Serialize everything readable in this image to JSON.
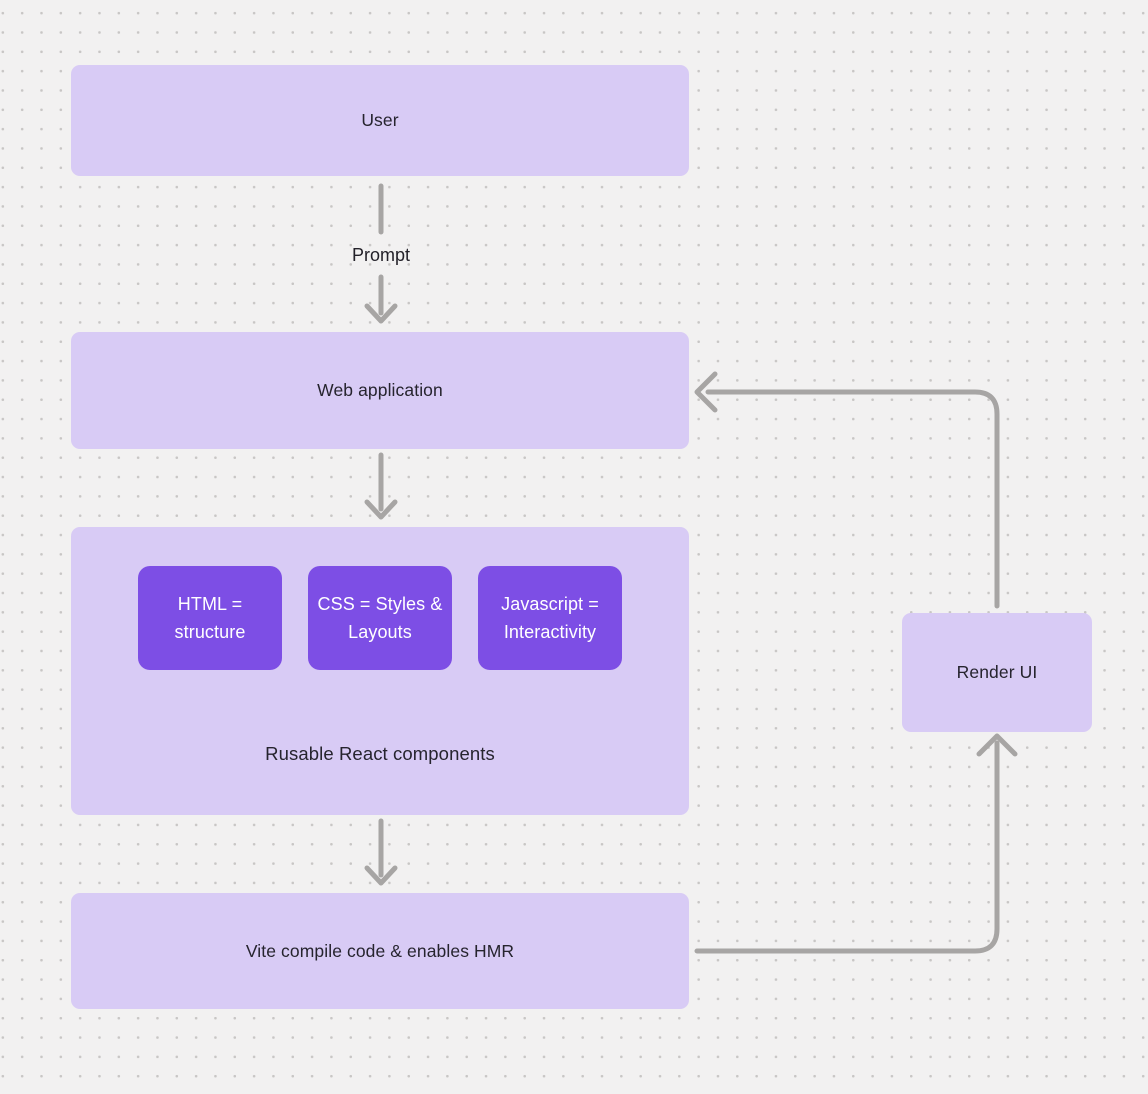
{
  "theme": {
    "background": "#f2f1f1",
    "dot_color": "#c8c6c5",
    "node_fill": "#d8cbf5",
    "inner_node_fill": "#7d4ee5",
    "inner_node_text_color": "#ffffff",
    "node_text_color": "#26242e",
    "arrow_color": "#a7a5a4"
  },
  "diagram": {
    "nodes": {
      "user": {
        "label": "User"
      },
      "web_application": {
        "label": "Web application"
      },
      "components_group": {
        "caption": "Rusable React components",
        "children": [
          {
            "label": "HTML = structure"
          },
          {
            "label": "CSS = Styles & Layouts"
          },
          {
            "label": "Javascript = Interactivity"
          }
        ]
      },
      "vite": {
        "label": "Vite compile code & enables HMR"
      },
      "render_ui": {
        "label": "Render UI"
      }
    },
    "edge_labels": {
      "user_to_web_application": "Prompt"
    }
  }
}
